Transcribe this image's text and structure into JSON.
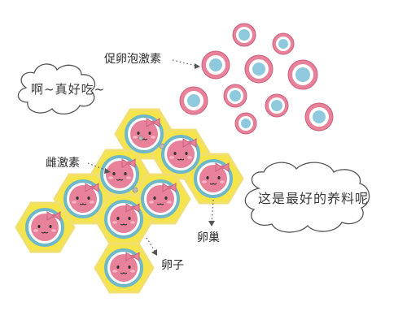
{
  "labels": {
    "fsh": "促卵泡激素",
    "estrogen": "雌激素",
    "ovary": "卵巢",
    "egg": "卵子"
  },
  "bubbles": {
    "yum": "啊~真好吃~",
    "nutrient": "这是最好的养料呢"
  },
  "colors": {
    "hexagon": "#f5e44a",
    "hexagon_edge": "#f2df73",
    "egg_ring": "#6fb8c9",
    "egg_body": "#e8829b",
    "hormone_outer": "#e8829b",
    "hormone_mid": "#ffffff",
    "hormone_core": "#8ec9dd",
    "ink": "#444444"
  },
  "icons": {
    "cell_face": "smiling-egg-cell-icon",
    "bow": "bow-icon"
  }
}
